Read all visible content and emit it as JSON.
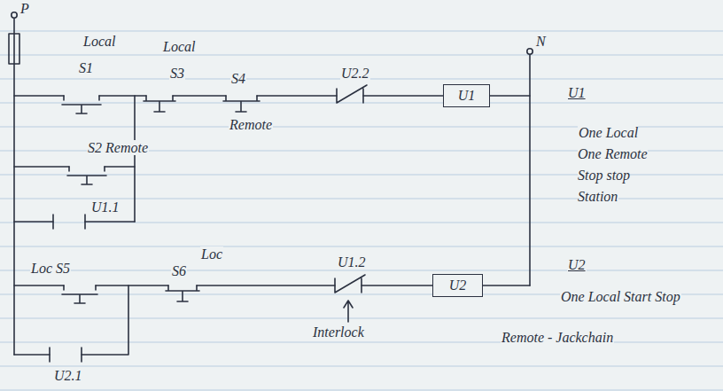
{
  "diagram": {
    "nodes": [
      {
        "text": [
          "U1"
        ]
      },
      {
        "text": [
          "U2"
        ]
      }
    ],
    "labels": [
      "P",
      "Local",
      "S1",
      "Local",
      "S3",
      "S4",
      "Remote",
      "U2.2",
      "N",
      "U1",
      "One Local One Remote Stop stop Station",
      "S2 Remote",
      "U1.1",
      "Loc S5",
      "S6",
      "Loc",
      "U1.2",
      "U2",
      "One Local Start Stop",
      "Interlock",
      "Remote - Jackchain",
      "U2.1"
    ]
  }
}
